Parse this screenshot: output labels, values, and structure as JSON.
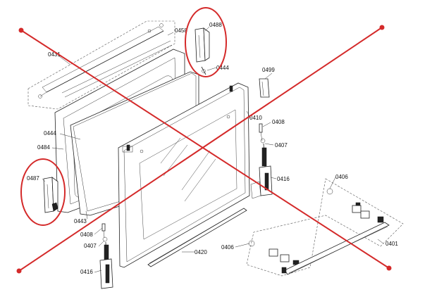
{
  "diagram": {
    "labels": {
      "p0431": "0431",
      "p0458": "0458",
      "p0488": "0488",
      "p0444a": "0444",
      "p0499": "0499",
      "p0410": "0410",
      "p0408a": "0408",
      "p0407a": "0407",
      "p0416a": "0416",
      "p0444b": "0444",
      "p0484": "0484",
      "p0487": "0487",
      "p0443": "0443",
      "p0408b": "0408",
      "p0407b": "0407",
      "p0416b": "0416",
      "p0420": "0420",
      "p0406a": "0406",
      "p0406b": "0406",
      "p0401": "0401"
    },
    "annotation_color": "#d42a2a"
  }
}
